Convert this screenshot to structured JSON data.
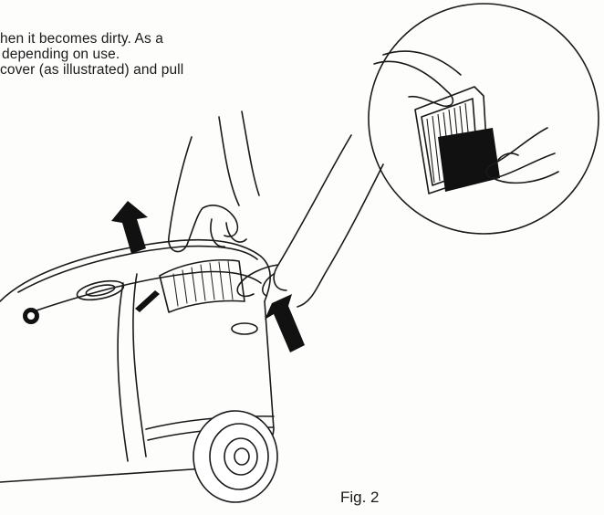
{
  "instructions": {
    "line1": "hen it becomes dirty. As a",
    "line2": "depending on use.",
    "line3": "cover (as illustrated) and pull"
  },
  "figure": {
    "caption": "Fig. 2"
  },
  "icons": {
    "arrow_up_left": "up-arrow",
    "arrow_up_right": "up-right-arrow"
  },
  "colors": {
    "ink": "#1a1a1a",
    "paper": "#fdfdfc"
  }
}
